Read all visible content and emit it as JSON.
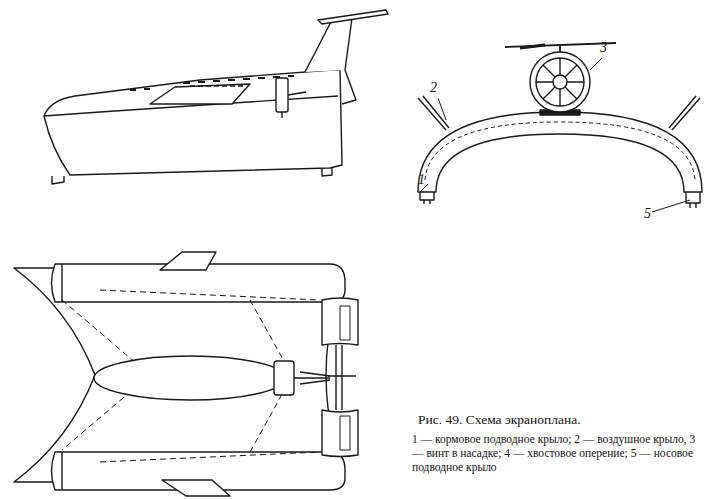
{
  "diagram": {
    "caption": "Рис. 49. Схема экраноплана.",
    "labels": [
      "3",
      "2",
      "1",
      "5",
      "1 — кормовое подводное крыло; 2 — воздушное крыло, 3 — винт в насадке; 4 — хвостовое оперение; 5 — носовое подводное крыло"
    ]
  }
}
